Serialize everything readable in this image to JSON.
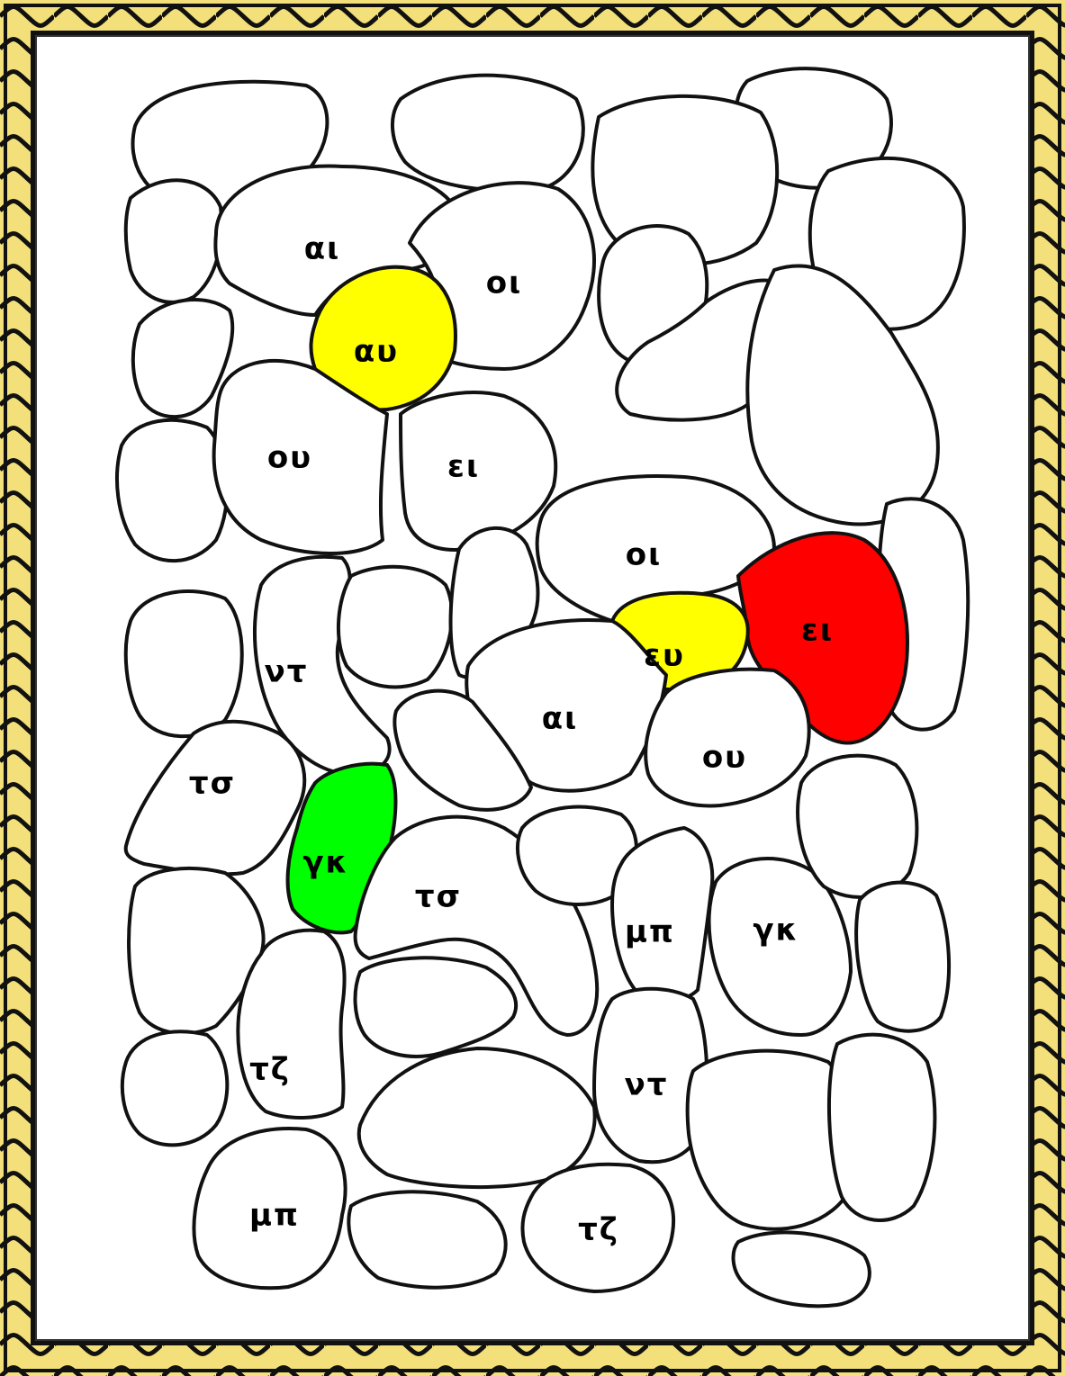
{
  "colors": {
    "border_gold": "#f3e07a",
    "border_dark": "#111111",
    "yellow": "#ffff00",
    "red": "#ff0000",
    "green": "#00ff00"
  },
  "labels": [
    {
      "text": "αι",
      "color": "white"
    },
    {
      "text": "οι",
      "color": "white"
    },
    {
      "text": "αυ",
      "color": "yellow"
    },
    {
      "text": "ου",
      "color": "white"
    },
    {
      "text": "ει",
      "color": "white"
    },
    {
      "text": "οι",
      "color": "white"
    },
    {
      "text": "ει",
      "color": "red"
    },
    {
      "text": "ευ",
      "color": "yellow"
    },
    {
      "text": "ντ",
      "color": "white"
    },
    {
      "text": "αι",
      "color": "white"
    },
    {
      "text": "ου",
      "color": "white"
    },
    {
      "text": "τσ",
      "color": "white"
    },
    {
      "text": "γκ",
      "color": "green"
    },
    {
      "text": "τσ",
      "color": "white"
    },
    {
      "text": "μπ",
      "color": "white"
    },
    {
      "text": "γκ",
      "color": "white"
    },
    {
      "text": "τζ",
      "color": "white"
    },
    {
      "text": "ντ",
      "color": "white"
    },
    {
      "text": "μπ",
      "color": "white"
    },
    {
      "text": "τζ",
      "color": "white"
    }
  ]
}
